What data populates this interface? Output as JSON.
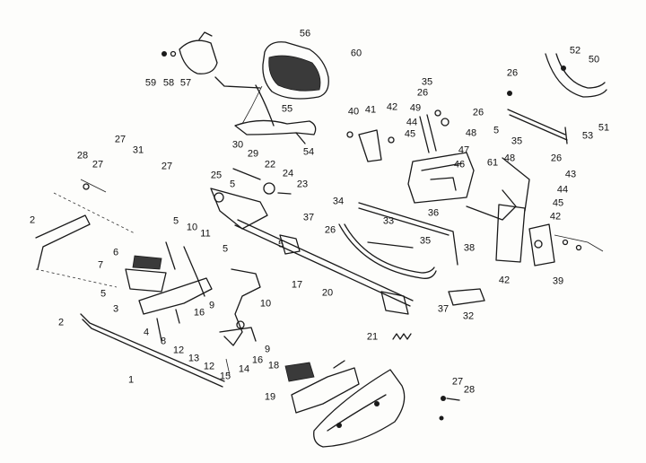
{
  "diagram": {
    "callouts": [
      "56",
      "60",
      "59",
      "58",
      "57",
      "55",
      "52",
      "50",
      "51",
      "53",
      "26",
      "5",
      "35",
      "26",
      "49",
      "42",
      "41",
      "40",
      "44",
      "45",
      "26",
      "48",
      "47",
      "46",
      "61",
      "48",
      "35",
      "26",
      "43",
      "44",
      "45",
      "42",
      "30",
      "54",
      "29",
      "22",
      "24",
      "23",
      "25",
      "5",
      "28",
      "27",
      "31",
      "27",
      "27",
      "34",
      "33",
      "35",
      "36",
      "38",
      "37",
      "26",
      "2",
      "5",
      "10",
      "11",
      "5",
      "5",
      "6",
      "7",
      "17",
      "20",
      "5",
      "3",
      "4",
      "8",
      "16",
      "9",
      "10",
      "12",
      "13",
      "12",
      "15",
      "14",
      "16",
      "9",
      "18",
      "19",
      "1",
      "21",
      "37",
      "32",
      "42",
      "39",
      "2",
      "27",
      "28"
    ]
  }
}
